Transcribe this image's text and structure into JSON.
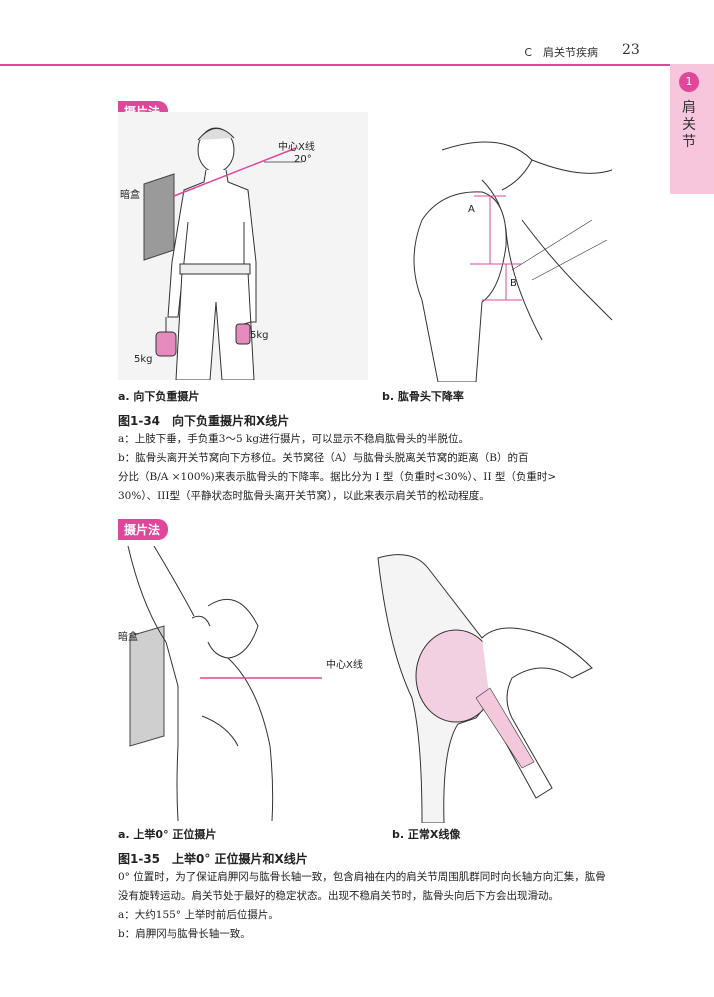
{
  "header": {
    "section": "C　肩关节疾病",
    "page_number": "23"
  },
  "side_tab": {
    "number": "1",
    "label": "肩关节"
  },
  "fig1": {
    "tag": "摄片法",
    "label_box": "暗盒",
    "label_xray": "中心X线",
    "label_angle": "20°",
    "label_weight_right": "5kg",
    "label_weight_left": "5kg",
    "label_a": "A",
    "label_b": "B",
    "caption_a": "a. 向下负重摄片",
    "caption_b": "b. 肱骨头下降率",
    "title": "图1-34　向下负重摄片和X线片",
    "text": [
      "a：上肢下垂，手负重3～5 kg进行摄片，可以显示不稳肩肱骨头的半脱位。",
      "b：肱骨头离开关节窝向下方移位。关节窝径（A）与肱骨头脱离关节窝的距离（B）的百",
      "分比（B/A ×100%)来表示肱骨头的下降率。据比分为 I 型（负重时<30%）、II 型（负重时>",
      "30%）、III型（平静状态时肱骨头离开关节窝），以此来表示肩关节的松动程度。"
    ]
  },
  "fig2": {
    "tag": "摄片法",
    "label_box": "暗盒",
    "label_xray": "中心X线",
    "caption_a": "a. 上举0° 正位摄片",
    "caption_b": "b. 正常X线像",
    "title": "图1-35　上举0° 正位摄片和X线片",
    "text": [
      "0° 位置时，为了保证肩胛冈与肱骨长轴一致，包含肩袖在内的肩关节周围肌群同时向长轴方向汇集，肱骨",
      "没有旋转运动。肩关节处于最好的稳定状态。出现不稳肩关节时，肱骨头向后下方会出现滑动。",
      "a：大约155° 上举时前后位摄片。",
      "b：肩胛冈与肱骨长轴一致。"
    ]
  },
  "colors": {
    "accent": "#e0479a",
    "tab_bg": "#f7c6dd"
  }
}
